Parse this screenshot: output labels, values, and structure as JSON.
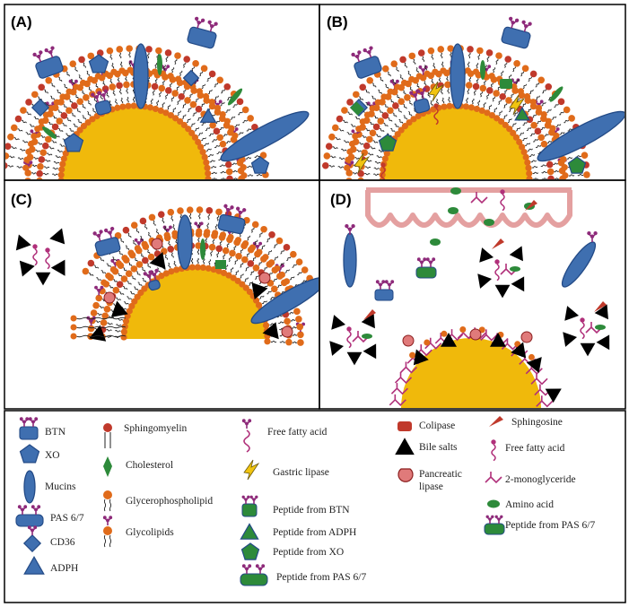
{
  "panels": [
    {
      "id": "A",
      "label": "(A)"
    },
    {
      "id": "B",
      "label": "(B)"
    },
    {
      "id": "C",
      "label": "(C)"
    },
    {
      "id": "D",
      "label": "(D)"
    }
  ],
  "legend": {
    "col1": [
      "BTN",
      "XO",
      "Mucins",
      "PAS 6/7",
      "CD36",
      "ADPH"
    ],
    "col2": [
      "Sphingomyelin",
      "Cholesterol",
      "Glycerophospholipid",
      "Glycolipids"
    ],
    "col3": [
      "Free fatty acid",
      "Gastric lipase",
      "Peptide from BTN",
      "Peptide from ADPH",
      "Peptide from XO",
      "Peptide from PAS 6/7"
    ],
    "col4": [
      "Colipase",
      "Bile salts",
      "Pancreatic",
      "lipase"
    ],
    "col5": [
      "Sphingosine",
      "Free fatty acid",
      "2-monoglyceride",
      "Amino acid",
      "Peptide from PAS 6/7"
    ]
  },
  "colors": {
    "core": "#f0b90b",
    "outer_lipid": "#e06b1a",
    "inner_lipid": "#c0392b",
    "protein": "#3f6fb0",
    "protein_edge": "#234a86",
    "sugar": "#8e2a7a",
    "peptide": "#2d8a3a",
    "villi": "#e4a0a0",
    "bile": "#000000",
    "lipase": "#e07a7a"
  }
}
